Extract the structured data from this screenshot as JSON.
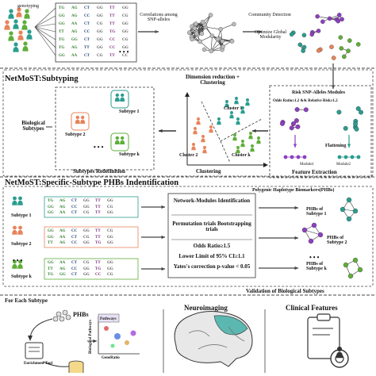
{
  "colors": {
    "purple": "#8e3fbf",
    "teal": "#2a9d8f",
    "orange": "#e8835a",
    "green": "#5fae3a",
    "navy": "#1f3f7a",
    "blue": "#3a6fd8",
    "gray_line": "#555555"
  },
  "section1": {
    "genotyping_label": "genotyping",
    "correlations_label": "Correlations among SNP-alleles",
    "community_label": "Community Detection",
    "optimize_label": "Optimize Global Modularity",
    "genotype_rows": [
      [
        "TG",
        "AG",
        "CT",
        "GG",
        "TT",
        "GG"
      ],
      [
        "GG",
        "AG",
        "CC",
        "GG",
        "TT",
        "CG"
      ],
      [
        "GG",
        "AA",
        "CT",
        "CG",
        "TT",
        "GG"
      ],
      [
        "TT",
        "AG",
        "CC",
        "GG",
        "TG",
        "GG"
      ],
      [
        "TG",
        "GG",
        "CT",
        "GG",
        "CC",
        "CG"
      ],
      [
        "TG",
        "AG",
        "TT",
        "GG",
        "CC",
        "GG"
      ],
      [
        "GG",
        "AA",
        "CT",
        "CG",
        "TT",
        "CC"
      ]
    ]
  },
  "section2": {
    "title": "NetMoST:Subtyping",
    "dimred_label": "Dimension reduction + Clustering",
    "cluster1": "Cluster 1",
    "cluster2": "Cluster 2",
    "clusterk": "Cluster k",
    "clustering_label": "Clustering",
    "risk_label": "Risk SNP-Alleles Modules",
    "odds_label": "Odds Ratio≥1.2 && Relative Risk≥1.2",
    "flattening_label": "Flattening",
    "module1": "Module1",
    "module2": "Module2",
    "feature_label": "Feature Extraction",
    "bio_label": "Biological Subtypes",
    "subtype1": "Subtype 1",
    "subtype2": "Subtype 2",
    "subtypek": "Subtype k",
    "redef_label": "Subtypes Redefinition"
  },
  "section3": {
    "title": "NetMoST:Specific-Subtype PHBs Indentification",
    "phb_header": "Polygenic Haplotype Biomarkers(PHBs)",
    "subtype1": "Subtype 1",
    "subtype2": "Subtype 2",
    "subtypek": "Subtype k",
    "steps": [
      "Network-Modules Identification",
      "Permutation trials Bootstrapping trials",
      "Odds Ratio≥1.5",
      "Lower Limit of 95% CI≥1.1",
      "Yates's correction p-value < 0.05"
    ],
    "phb1": "PHBs of Subtype 1",
    "phb2": "PHBs of Subtype 2",
    "phbk": "PHBs of Subtype k",
    "validation": "Validation of Biological Subtypes"
  },
  "section4": {
    "for_each": "For Each Subtype",
    "phbs": "PHBs",
    "enrichment": "Enrichment Tool",
    "bio_pathways": "Biological Pathways",
    "pathways": "Pathways",
    "generatio": "GeneRatio",
    "neuroimaging": "Neuroimaging",
    "clinical": "Clinical Features"
  },
  "ellipsis": "• • •"
}
